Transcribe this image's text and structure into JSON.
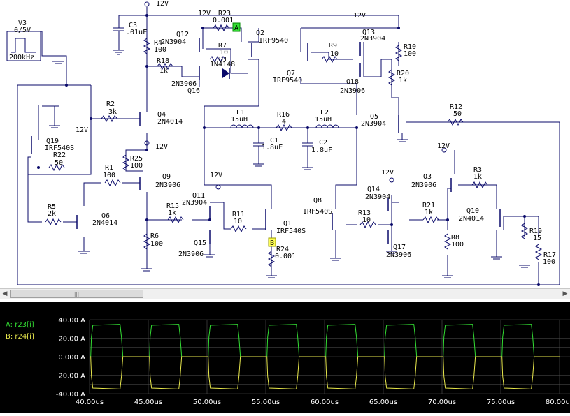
{
  "schematic": {
    "components": [
      {
        "id": "V3",
        "value": "0/5V",
        "extra": "200kHz"
      },
      {
        "id": "C3",
        "value": ".01uF"
      },
      {
        "id": "R4",
        "value": "100"
      },
      {
        "id": "R18",
        "value": "1k"
      },
      {
        "id": "Q12",
        "value": "2N3904"
      },
      {
        "id": "R23",
        "value": "0.001"
      },
      {
        "id": "R7",
        "value": "10"
      },
      {
        "id": "D1",
        "value": "1N4148"
      },
      {
        "id": "Q16",
        "value": "2N3906"
      },
      {
        "id": "Q2",
        "value": "IRF9540"
      },
      {
        "id": "Q13",
        "value": "2N3904"
      },
      {
        "id": "R9",
        "value": "10"
      },
      {
        "id": "Q7",
        "value": "IRF9540"
      },
      {
        "id": "Q18",
        "value": "2N3906"
      },
      {
        "id": "R10",
        "value": "100"
      },
      {
        "id": "R20",
        "value": "1k"
      },
      {
        "id": "R2",
        "value": "3k"
      },
      {
        "id": "Q4",
        "value": "2N4014"
      },
      {
        "id": "L1",
        "value": "15uH"
      },
      {
        "id": "R16",
        "value": "4"
      },
      {
        "id": "L2",
        "value": "15uH"
      },
      {
        "id": "Q5",
        "value": "2N3904"
      },
      {
        "id": "R12",
        "value": "50"
      },
      {
        "id": "C1",
        "value": "1.8uF"
      },
      {
        "id": "C2",
        "value": "1.8uF"
      },
      {
        "id": "Q19",
        "value": "IRF540S"
      },
      {
        "id": "R22",
        "value": "50"
      },
      {
        "id": "R25",
        "value": "100"
      },
      {
        "id": "R1",
        "value": "100"
      },
      {
        "id": "Q9",
        "value": "2N3906"
      },
      {
        "id": "Q11",
        "value": "2N3904"
      },
      {
        "id": "R11",
        "value": "10"
      },
      {
        "id": "Q1",
        "value": "IRF540S"
      },
      {
        "id": "R15",
        "value": "1k"
      },
      {
        "id": "Q15",
        "value": "2N3906"
      },
      {
        "id": "R24",
        "value": "0.001"
      },
      {
        "id": "R5",
        "value": "2k"
      },
      {
        "id": "Q6",
        "value": "2N4014"
      },
      {
        "id": "R6",
        "value": "100"
      },
      {
        "id": "Q8",
        "value": "IRF540S"
      },
      {
        "id": "R13",
        "value": "10"
      },
      {
        "id": "Q14",
        "value": "2N3904"
      },
      {
        "id": "Q17",
        "value": "2N3906"
      },
      {
        "id": "R21",
        "value": "1k"
      },
      {
        "id": "Q3",
        "value": "2N3906"
      },
      {
        "id": "R3",
        "value": "1k"
      },
      {
        "id": "R8",
        "value": "100"
      },
      {
        "id": "Q10",
        "value": "2N4014"
      },
      {
        "id": "R19",
        "value": "15"
      },
      {
        "id": "R17",
        "value": "100"
      }
    ],
    "supply_label": "12V",
    "probes": {
      "a": "A",
      "b": "B"
    }
  },
  "scope": {
    "traces": [
      {
        "name": "A: r23[i]",
        "color": "#33dd33"
      },
      {
        "name": "B: r24[i]",
        "color": "#e6e64c"
      }
    ],
    "y_labels": [
      "40.00 A",
      "20.00 A",
      "0.000 A",
      "-20.00 A",
      "-40.00 A"
    ],
    "x_labels": [
      "40.00us",
      "45.00us",
      "50.00us",
      "55.00us",
      "60.00us",
      "65.00us",
      "70.00us",
      "75.00us",
      "80.00us"
    ]
  },
  "chart_data": {
    "type": "line",
    "title": "",
    "xlabel": "",
    "ylabel": "",
    "xlim": [
      40,
      80
    ],
    "ylim": [
      -40,
      40
    ],
    "x_unit": "us",
    "y_unit": "A",
    "grid": true,
    "legend_position": "top-left",
    "period_us": 5,
    "pulse_width_us": 2.6,
    "series": [
      {
        "name": "A: r23[i]",
        "high": 35,
        "low": 0,
        "color": "#33dd33"
      },
      {
        "name": "B: r24[i]",
        "high": 0,
        "low": -35,
        "color": "#e6e64c"
      }
    ],
    "pulse_starts_us": [
      40.0,
      45.0,
      50.0,
      55.0,
      60.0,
      65.0,
      70.0,
      75.0
    ]
  }
}
